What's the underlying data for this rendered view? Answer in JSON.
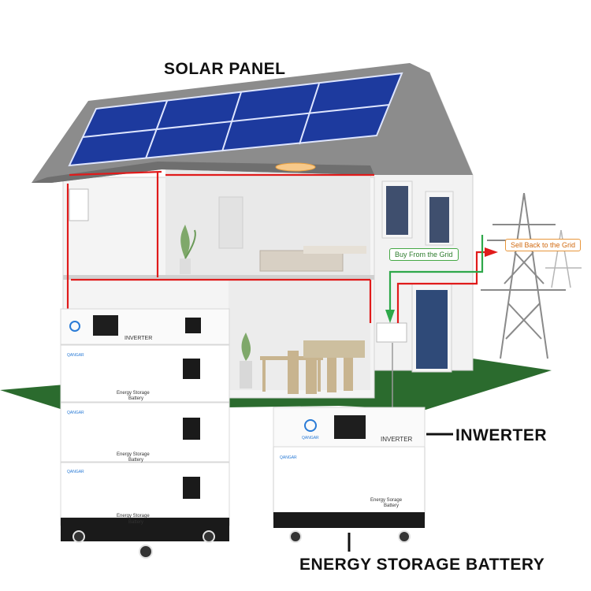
{
  "labels": {
    "solar_panel": "SOLAR PANEL",
    "inverter": "INWERTER",
    "energy_storage_battery": "ENERGY STORAGE BATTERY"
  },
  "grid": {
    "buy": "Buy From the Grid",
    "sell": "Sell Back to the Grid"
  },
  "tower_unit": {
    "inverter_text": "INVERTER",
    "battery_text_line1": "Energy Storage",
    "battery_text_line2": "Battery",
    "brand": "QANGAR"
  },
  "small_unit": {
    "inverter_text": "INVERTER",
    "battery_text_line1": "Energy Sorage",
    "battery_text_line2": "Battery",
    "brand": "QANGAR"
  },
  "colors": {
    "grass": "#2b6b2e",
    "roof": "#8a8a8a",
    "panel": "#1f3fa8",
    "red_wire": "#e01b1b",
    "green_wire": "#2ea84a"
  }
}
